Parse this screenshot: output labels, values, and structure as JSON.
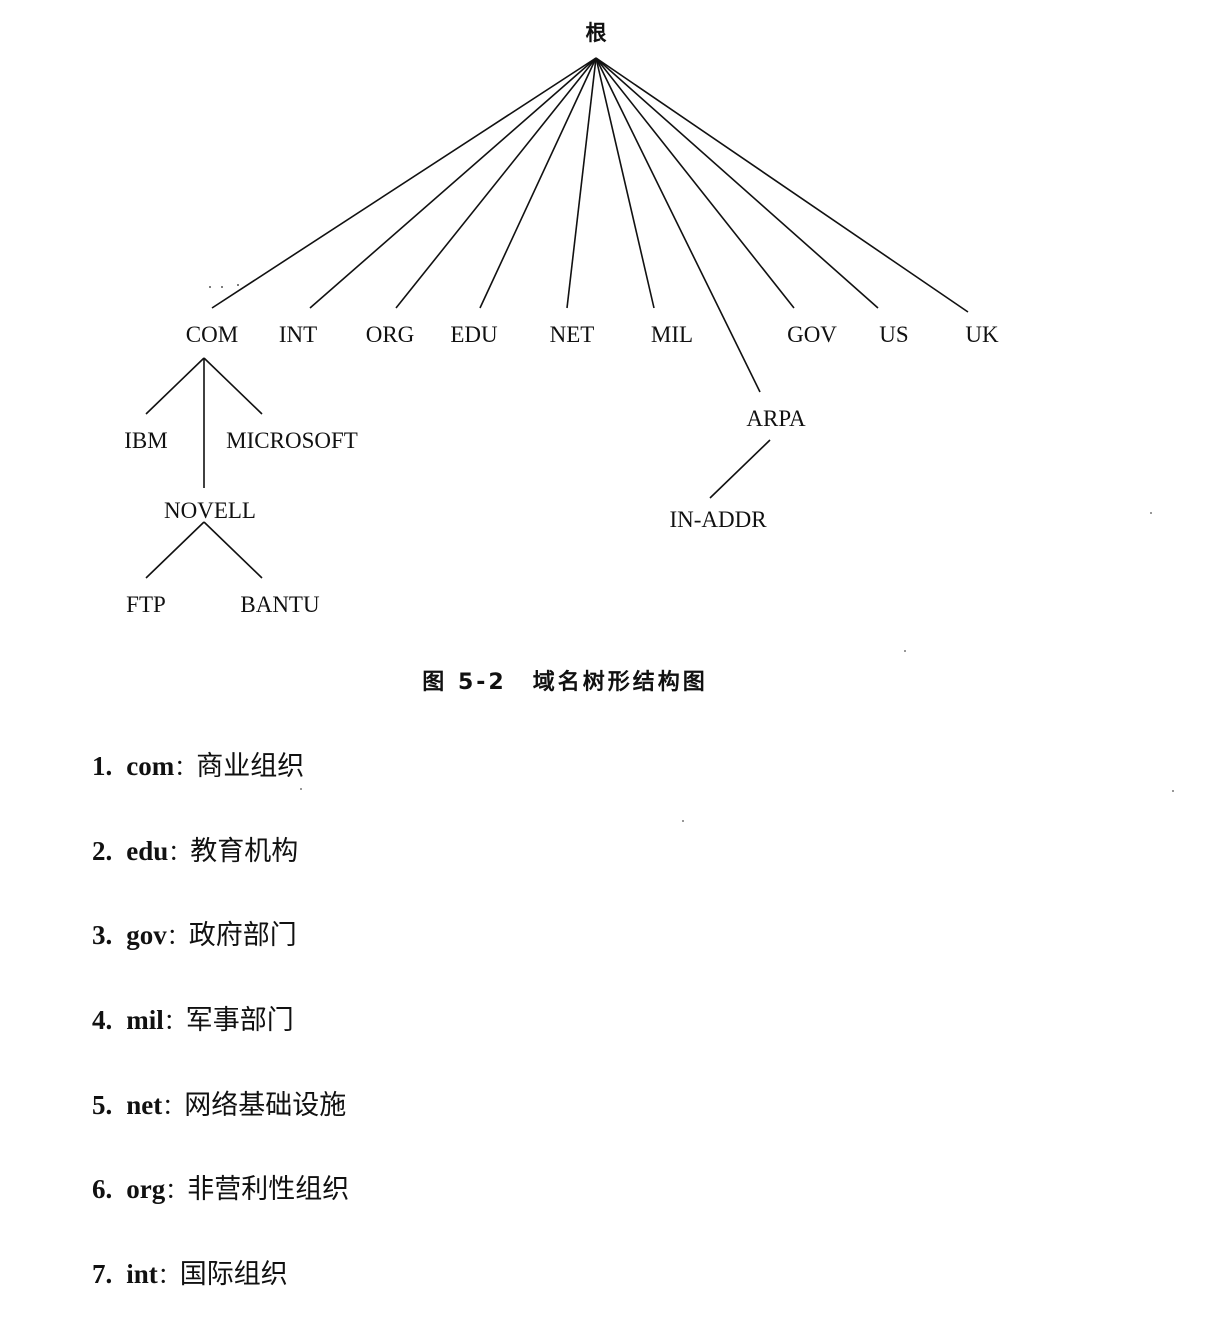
{
  "diagram": {
    "root": "根",
    "top_level": [
      "COM",
      "INT",
      "ORG",
      "EDU",
      "NET",
      "MIL",
      "ARPA",
      "GOV",
      "US",
      "UK"
    ],
    "com_children": [
      "IBM",
      "NOVELL",
      "MICROSOFT"
    ],
    "novell_children": [
      "FTP",
      "BANTU"
    ],
    "arpa_children": [
      "IN-ADDR"
    ]
  },
  "caption": {
    "number": "图 5-2",
    "title": "域名树形结构图"
  },
  "list": [
    {
      "index": "1.",
      "code": "com",
      "sep": "：",
      "desc": "商业组织"
    },
    {
      "index": "2.",
      "code": "edu",
      "sep": "：",
      "desc": "教育机构"
    },
    {
      "index": "3.",
      "code": "gov",
      "sep": "：",
      "desc": "政府部门"
    },
    {
      "index": "4.",
      "code": "mil",
      "sep": "：",
      "desc": "军事部门"
    },
    {
      "index": "5.",
      "code": "net",
      "sep": "：",
      "desc": "网络基础设施"
    },
    {
      "index": "6.",
      "code": "org",
      "sep": "：",
      "desc": "非营利性组织"
    },
    {
      "index": "7.",
      "code": "int",
      "sep": "：",
      "desc": "国际组织"
    }
  ]
}
